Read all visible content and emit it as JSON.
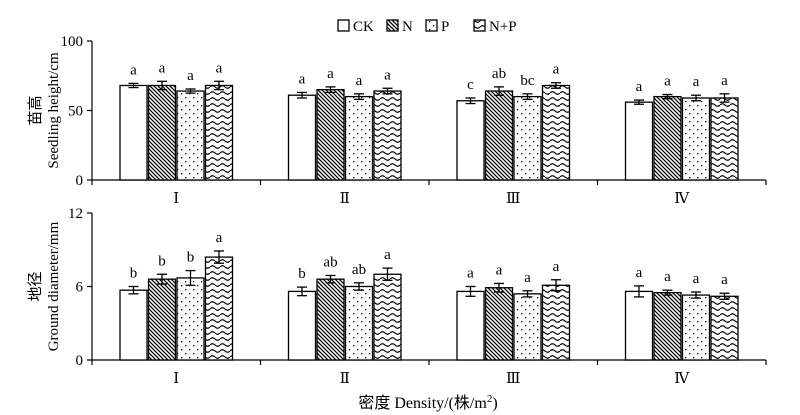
{
  "legend": {
    "items": [
      {
        "label": "CK",
        "pattern": "pat-ck"
      },
      {
        "label": "N",
        "pattern": "pat-n"
      },
      {
        "label": "P",
        "pattern": "pat-p"
      },
      {
        "label": "N+P",
        "pattern": "pat-np"
      }
    ]
  },
  "xlabel": "密度 Density/(株/m²)",
  "xlabel_parts": [
    "密度 Density/(株/m",
    "2",
    ")"
  ],
  "chart_data": [
    {
      "type": "bar",
      "ylabel_cn": "苗高",
      "ylabel_en": "Seedling height/cm",
      "ylim": [
        0,
        100
      ],
      "yticks": [
        0,
        50,
        100
      ],
      "categories": [
        "Ⅰ",
        "Ⅱ",
        "Ⅲ",
        "Ⅳ"
      ],
      "series": [
        {
          "name": "CK",
          "values": [
            68,
            61,
            57,
            56
          ],
          "errors": [
            1.5,
            2,
            2,
            1.5
          ],
          "letters": [
            "a",
            "a",
            "c",
            "a"
          ]
        },
        {
          "name": "N",
          "values": [
            68,
            65,
            64,
            60
          ],
          "errors": [
            3,
            2,
            3,
            1.5
          ],
          "letters": [
            "a",
            "a",
            "ab",
            "a"
          ]
        },
        {
          "name": "P",
          "values": [
            64,
            60,
            60,
            59
          ],
          "errors": [
            1.5,
            2,
            2,
            2
          ],
          "letters": [
            "a",
            "a",
            "bc",
            "a"
          ]
        },
        {
          "name": "N+P",
          "values": [
            68,
            64,
            68,
            59
          ],
          "errors": [
            3,
            2,
            2,
            3
          ],
          "letters": [
            "a",
            "a",
            "a",
            "a"
          ]
        }
      ],
      "grid": false
    },
    {
      "type": "bar",
      "ylabel_cn": "地径",
      "ylabel_en": "Ground diameter/mm",
      "ylim": [
        0,
        12
      ],
      "yticks": [
        0,
        6,
        12
      ],
      "categories": [
        "Ⅰ",
        "Ⅱ",
        "Ⅲ",
        "Ⅳ"
      ],
      "series": [
        {
          "name": "CK",
          "values": [
            5.7,
            5.6,
            5.6,
            5.6
          ],
          "errors": [
            0.3,
            0.35,
            0.4,
            0.45
          ],
          "letters": [
            "b",
            "b",
            "a",
            "a"
          ]
        },
        {
          "name": "N",
          "values": [
            6.6,
            6.6,
            5.9,
            5.5
          ],
          "errors": [
            0.4,
            0.3,
            0.35,
            0.2
          ],
          "letters": [
            "b",
            "ab",
            "a",
            "a"
          ]
        },
        {
          "name": "P",
          "values": [
            6.7,
            6.0,
            5.4,
            5.3
          ],
          "errors": [
            0.6,
            0.3,
            0.25,
            0.25
          ],
          "letters": [
            "b",
            "ab",
            "a",
            "a"
          ]
        },
        {
          "name": "N+P",
          "values": [
            8.4,
            7.0,
            6.1,
            5.2
          ],
          "errors": [
            0.5,
            0.5,
            0.45,
            0.25
          ],
          "letters": [
            "a",
            "a",
            "a",
            "a"
          ]
        }
      ],
      "grid": false
    }
  ]
}
